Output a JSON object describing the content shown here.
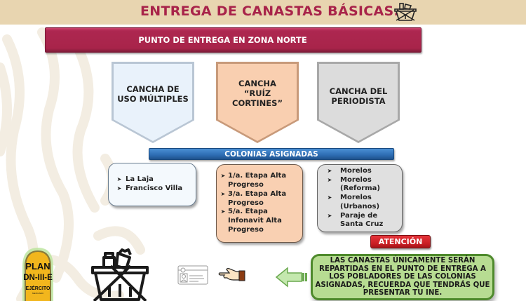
{
  "header": {
    "title": "ENTREGA DE CANASTAS BÁSICAS.",
    "icon": "basket-icon"
  },
  "zone_bar": {
    "label": "PUNTO DE ENTREGA EN ZONA NORTE"
  },
  "delivery_points": [
    {
      "label_line1": "CANCHA DE",
      "label_line2": "USO MÚLTIPLES",
      "label_line3": "",
      "color": "#e9f2fb"
    },
    {
      "label_line1": "CANCHA",
      "label_line2": "“RUÍZ",
      "label_line3": "CORTINES”",
      "color": "#f9cfb0"
    },
    {
      "label_line1": "CANCHA DEL",
      "label_line2": "PERIODISTA",
      "label_line3": "",
      "color": "#dcdcdc"
    }
  ],
  "colonias_bar": {
    "label": "COLONIAS ASIGNADAS"
  },
  "colonias": [
    {
      "items": [
        "La Laja",
        "Francisco Villa"
      ]
    },
    {
      "items": [
        "1/a. Etapa Alta Progreso",
        "3/a. Etapa Alta Progreso",
        "5/a. Etapa Infonavit Alta Progreso"
      ]
    },
    {
      "items": [
        "Morelos",
        "Morelos (Reforma)",
        "Morelos (Urbanos)",
        "Paraje de Santa Cruz"
      ]
    }
  ],
  "attention": {
    "label": "ATENCIÓN",
    "message": "LAS CANASTAS ÚNICAMENTE SERÁN REPARTIDAS EN EL PUNTO DE ENTREGA A LOS POBLADORES DE LAS COLONIAS ASIGNADAS, RECUERDA QUE TENDRÁS QUE PRESENTAR TU INE."
  },
  "logo": {
    "line1": "PLAN",
    "line2": "DN-III-E",
    "line3": "EJÉRCITO",
    "line4": "MEXICANO"
  },
  "colors": {
    "title": "#a8244a",
    "header_bg": "#e8d5b0",
    "zone_bar": "#a8244a",
    "colonias_bar": "#2d6db3",
    "attention": "#c71c22",
    "note_bg": "#b7dc92"
  }
}
